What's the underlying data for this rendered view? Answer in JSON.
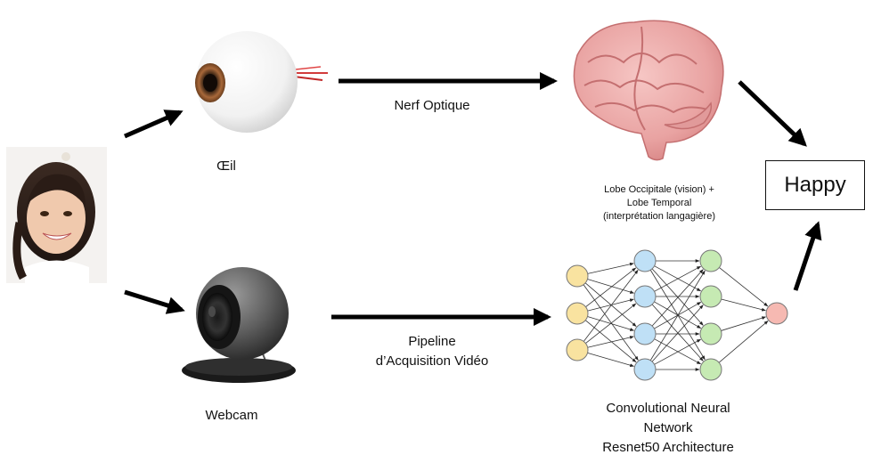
{
  "labels": {
    "eye": "Œil",
    "nerve": "Nerf Optique",
    "brain_line1": "Lobe Occipitale (vision) +",
    "brain_line2": "Lobe Temporal",
    "brain_line3": "(interprétation langagière)",
    "webcam": "Webcam",
    "pipeline_line1": "Pipeline",
    "pipeline_line2": "d’Acquisition Vidéo",
    "cnn_line1": "Convolutional Neural",
    "cnn_line2": "Network",
    "cnn_line3": "Resnet50 Architecture",
    "output": "Happy"
  },
  "network": {
    "layers": [
      3,
      4,
      4,
      1
    ],
    "colors": [
      "#f9e3a0",
      "#bfe0f6",
      "#c6eab3",
      "#f6b9b2"
    ]
  },
  "icons": [
    "child-photo-icon",
    "eye-icon",
    "brain-icon",
    "webcam-icon",
    "neural-network-icon"
  ]
}
